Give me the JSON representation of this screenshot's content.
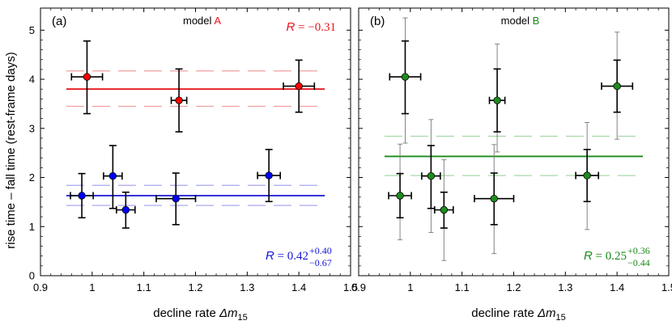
{
  "chart_data": [
    {
      "type": "scatter",
      "panel_label": "(a)",
      "title_prefix": "model",
      "title_model": "A",
      "model_color": "#e8141b",
      "xlabel_text": "decline rate",
      "xlabel_symbol": "Δm",
      "xlabel_sub": "15",
      "ylabel": "rise time – fall time (rest-frame days)",
      "xlim": [
        0.9,
        1.5
      ],
      "ylim": [
        0,
        5.45
      ],
      "xticks": [
        "0.9",
        "1",
        "1.1",
        "1.2",
        "1.3",
        "1.4",
        "1.5"
      ],
      "yticks": [
        "0",
        "1",
        "2",
        "3",
        "4",
        "5"
      ],
      "series": [
        {
          "color": "#ff0000",
          "points": [
            {
              "x": 0.99,
              "y": 4.05,
              "xerr": 0.03,
              "yerr_lo": 0.75,
              "yerr_hi": 0.73
            },
            {
              "x": 1.168,
              "y": 3.57,
              "xerr": 0.015,
              "yerr_lo": 0.64,
              "yerr_hi": 0.64
            },
            {
              "x": 1.4,
              "y": 3.86,
              "xerr": 0.03,
              "yerr_lo": 0.53,
              "yerr_hi": 0.53
            }
          ],
          "fit": 3.8,
          "band": [
            3.45,
            4.17
          ],
          "fit_color": "#e8141b",
          "band_color": "#f0a0a0"
        },
        {
          "color": "#0000ff",
          "points": [
            {
              "x": 0.98,
              "y": 1.63,
              "xerr": 0.022,
              "yerr_lo": 0.45,
              "yerr_hi": 0.45
            },
            {
              "x": 1.04,
              "y": 2.03,
              "xerr": 0.018,
              "yerr_lo": 0.66,
              "yerr_hi": 0.62
            },
            {
              "x": 1.065,
              "y": 1.34,
              "xerr": 0.018,
              "yerr_lo": 0.37,
              "yerr_hi": 0.36
            },
            {
              "x": 1.162,
              "y": 1.57,
              "xerr": 0.038,
              "yerr_lo": 0.53,
              "yerr_hi": 0.52
            },
            {
              "x": 1.342,
              "y": 2.04,
              "xerr": 0.022,
              "yerr_lo": 0.53,
              "yerr_hi": 0.53
            }
          ],
          "fit": 1.63,
          "band": [
            1.43,
            1.84
          ],
          "fit_color": "#1414d8",
          "band_color": "#a8a8f0"
        }
      ],
      "fit_x_range": [
        0.95,
        1.45
      ],
      "correlation": {
        "prefix": "R",
        "eq": " = ",
        "value": "−0.31",
        "sup": "",
        "sub": "",
        "color": "#e8141b",
        "position": "top-right"
      }
    },
    {
      "type": "scatter",
      "panel_label": "(b)",
      "title_prefix": "model",
      "title_model": "B",
      "model_color": "#1a8a1a",
      "xlabel_text": "decline rate",
      "xlabel_symbol": "Δm",
      "xlabel_sub": "15",
      "ylabel": "",
      "xlim": [
        0.9,
        1.5
      ],
      "ylim": [
        0,
        5.45
      ],
      "xticks": [
        "0.9",
        "1",
        "1.1",
        "1.2",
        "1.3",
        "1.4",
        "1.5"
      ],
      "yticks": [],
      "series": [
        {
          "color": "#1e8c1e",
          "points": [
            {
              "x": 0.99,
              "y": 4.05,
              "xerr": 0.03,
              "yerr_lo": 0.75,
              "yerr_hi": 0.73,
              "gray_lo": 1.35,
              "gray_hi": 1.2
            },
            {
              "x": 1.168,
              "y": 3.57,
              "xerr": 0.015,
              "yerr_lo": 0.64,
              "yerr_hi": 0.64,
              "gray_lo": 1.05,
              "gray_hi": 1.15
            },
            {
              "x": 1.4,
              "y": 3.86,
              "xerr": 0.03,
              "yerr_lo": 0.53,
              "yerr_hi": 0.53,
              "gray_lo": 1.08,
              "gray_hi": 1.1
            },
            {
              "x": 0.98,
              "y": 1.63,
              "xerr": 0.022,
              "yerr_lo": 0.45,
              "yerr_hi": 0.45,
              "gray_lo": 0.9,
              "gray_hi": 1.05
            },
            {
              "x": 1.04,
              "y": 2.03,
              "xerr": 0.018,
              "yerr_lo": 0.66,
              "yerr_hi": 0.62,
              "gray_lo": 1.15,
              "gray_hi": 1.15
            },
            {
              "x": 1.065,
              "y": 1.34,
              "xerr": 0.018,
              "yerr_lo": 0.37,
              "yerr_hi": 0.36,
              "gray_lo": 1.03,
              "gray_hi": 1.02
            },
            {
              "x": 1.162,
              "y": 1.57,
              "xerr": 0.038,
              "yerr_lo": 0.53,
              "yerr_hi": 0.52,
              "gray_lo": 1.12,
              "gray_hi": 1.1
            },
            {
              "x": 1.342,
              "y": 2.04,
              "xerr": 0.022,
              "yerr_lo": 0.53,
              "yerr_hi": 0.53,
              "gray_lo": 1.1,
              "gray_hi": 1.08
            }
          ],
          "fit": 2.43,
          "band": [
            2.04,
            2.84
          ],
          "fit_color": "#1a8a1a",
          "band_color": "#a8d8a8"
        }
      ],
      "fit_x_range": [
        0.95,
        1.45
      ],
      "correlation": {
        "prefix": "R",
        "eq": " = ",
        "value": "0.25",
        "sup": "+0.36",
        "sub": "−0.44",
        "color": "#1a8a1a",
        "position": "bottom-right"
      }
    }
  ],
  "panel_a_correlation": {
    "prefix": "R",
    "eq": " = ",
    "value": "0.42",
    "sup": "+0.40",
    "sub": "−0.67",
    "color": "#1414d8",
    "position": "bottom-right"
  }
}
